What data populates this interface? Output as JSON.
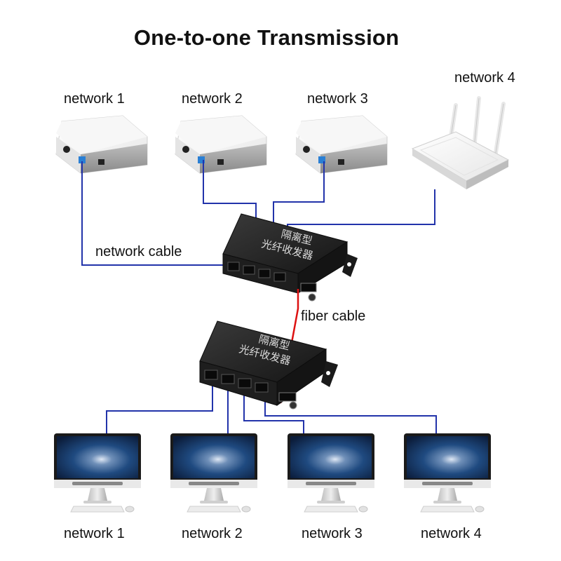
{
  "title": "One-to-one Transmission",
  "labels": {
    "top_network_1": "network 1",
    "top_network_2": "network 2",
    "top_network_3": "network 3",
    "top_network_4": "network 4",
    "network_cable": "network cable",
    "fiber_cable": "fiber cable",
    "bottom_network_1": "network 1",
    "bottom_network_2": "network 2",
    "bottom_network_3": "network 3",
    "bottom_network_4": "network 4"
  },
  "device_text": {
    "line1": "隔离型",
    "line2": "光纤收发器"
  },
  "colors": {
    "network_cable": "#2233aa",
    "fiber_cable": "#dd1111",
    "device_body": "#2a2a2a",
    "router_body": "#f2f2f2",
    "screen": "#1b3f73"
  }
}
